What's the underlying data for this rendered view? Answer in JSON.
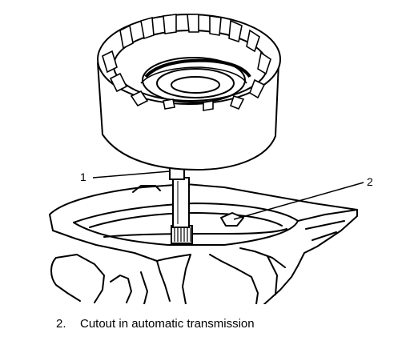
{
  "callouts": {
    "one": "1",
    "two": "2"
  },
  "caption": {
    "number": "2.",
    "text": "Cutout in automatic transmission"
  },
  "colors": {
    "ink": "#000000",
    "paper": "#ffffff"
  }
}
